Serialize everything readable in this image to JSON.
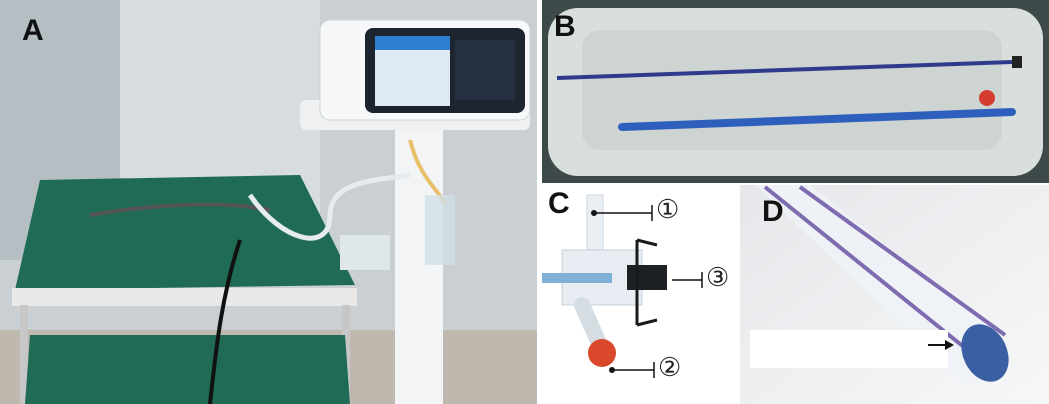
{
  "figure": {
    "panels": [
      {
        "label": "A",
        "subject": "device-photo"
      },
      {
        "label": "B",
        "subject": "catheter-tray-photo"
      },
      {
        "label": "C",
        "subject": "connector-closeup"
      },
      {
        "label": "D",
        "subject": "catheter-tip-closeup"
      }
    ],
    "callouts": [
      "①",
      "③",
      "②"
    ]
  }
}
